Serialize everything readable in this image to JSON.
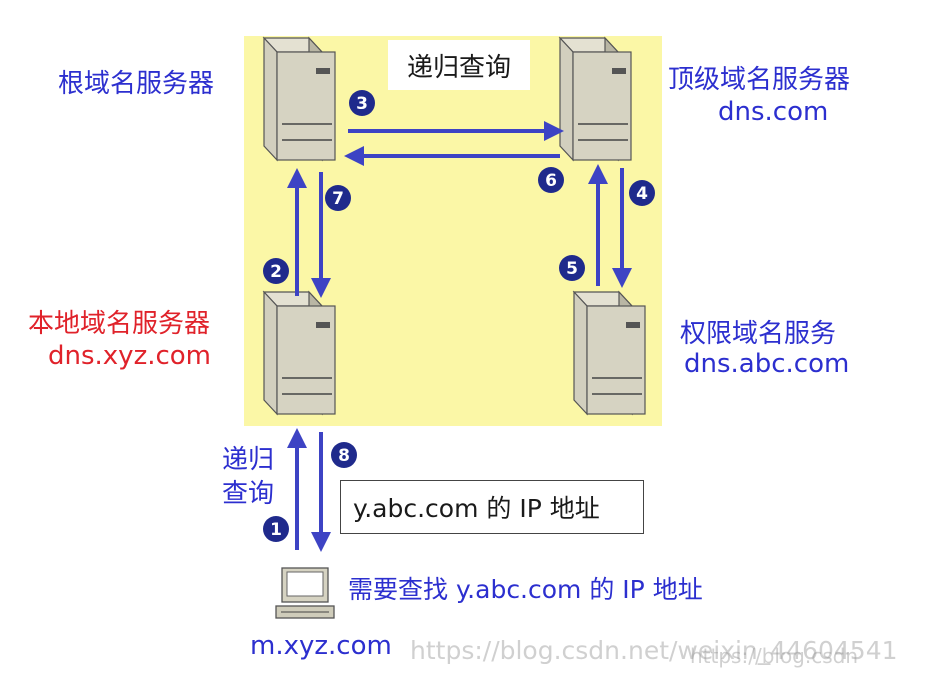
{
  "title": "递归查询",
  "servers": {
    "root": {
      "label": "根域名服务器"
    },
    "tld": {
      "label": "顶级域名服务器",
      "host": "dns.com"
    },
    "local": {
      "label": "本地域名服务器",
      "host": "dns.xyz.com"
    },
    "auth": {
      "label": "权限域名服务",
      "host": "dns.abc.com"
    }
  },
  "client": {
    "host": "m.xyz.com",
    "query_text": "需要查找 y.abc.com 的 IP 地址",
    "side_label_line1": "递归",
    "side_label_line2": "查询"
  },
  "answer_text": "y.abc.com 的 IP 地址",
  "steps": [
    "1",
    "2",
    "3",
    "4",
    "5",
    "6",
    "7",
    "8"
  ],
  "watermarks": [
    "https://blog.csdn.net/weixin_44604541",
    "https://blog.csdn"
  ],
  "colors": {
    "panel": "#fbf7a6",
    "arrow": "#3d43c4",
    "badge": "#1f2a8c",
    "label_blue": "#2c2fcf",
    "label_red": "#e0222a"
  }
}
